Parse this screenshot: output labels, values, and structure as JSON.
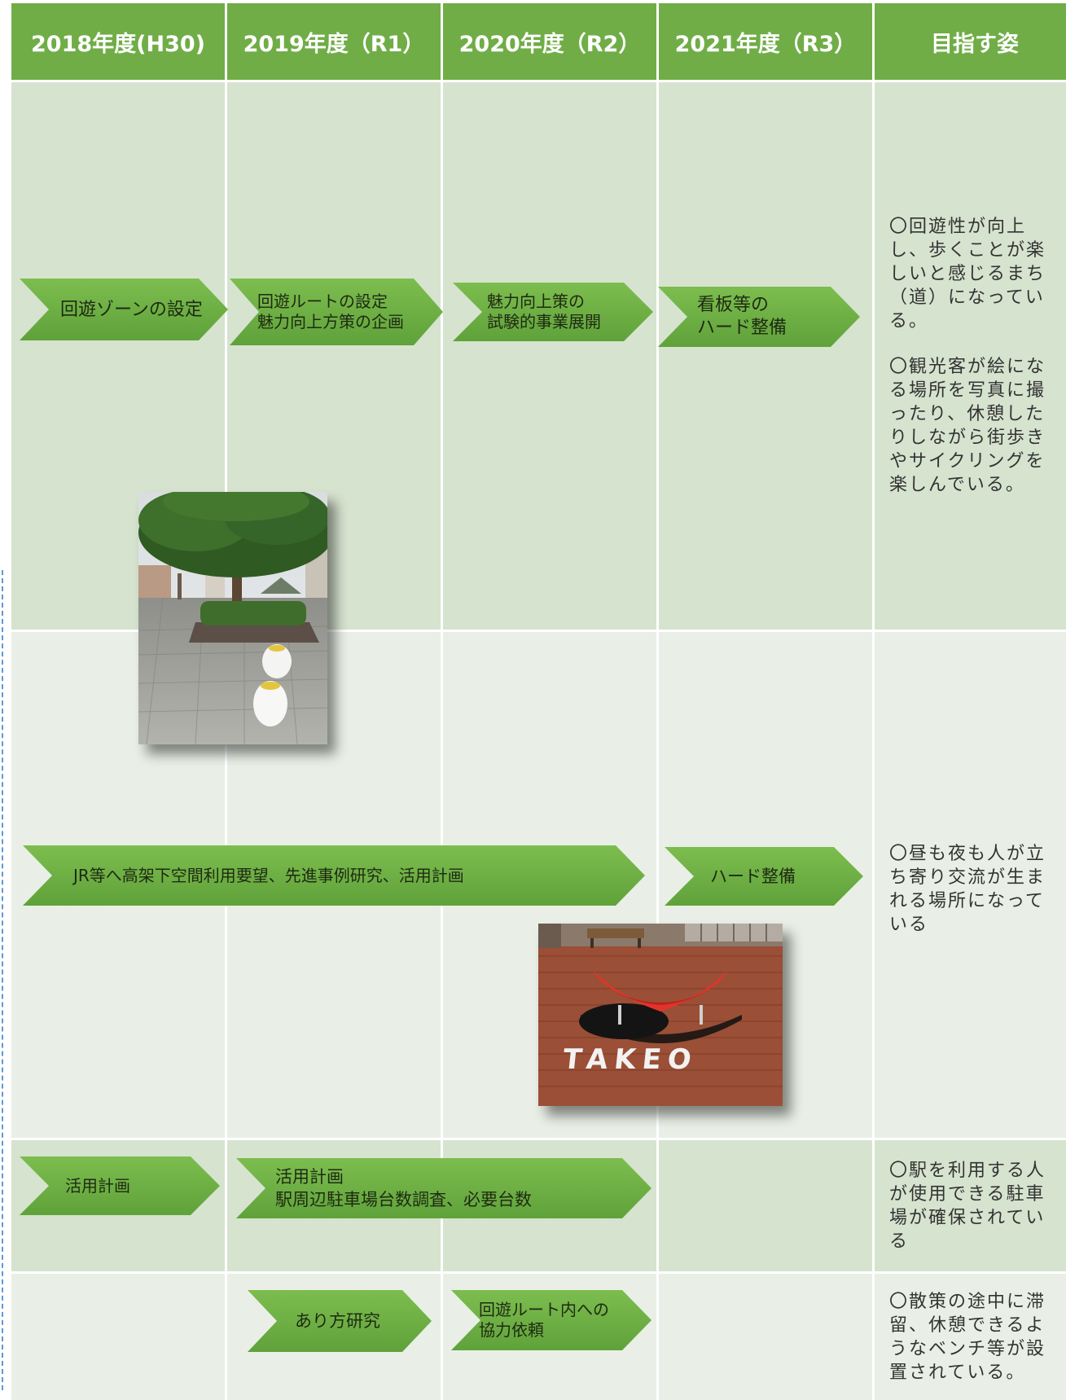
{
  "header": [
    "2018年度(H30)",
    "2019年度（R1）",
    "2020年度（R2）",
    "2021年度（R3）",
    "目指す姿"
  ],
  "rows": [
    {
      "goal": [
        "〇回遊性が向上し、歩くことが楽しいと感じるまち（道）になっている。",
        "〇観光客が絵になる場所を写真に撮ったり、休憩したりしながら街歩きやサイクリングを楽しんでいる。"
      ],
      "chevrons": [
        {
          "lines": [
            "回遊ゾーンの設定"
          ]
        },
        {
          "lines": [
            "回遊ルートの設定",
            "魅力向上方策の企画"
          ]
        },
        {
          "lines": [
            "魅力向上策の",
            "試験的事業展開"
          ]
        },
        {
          "lines": [
            "看板等の",
            "ハード整備"
          ]
        }
      ]
    },
    {
      "goal": [
        "〇昼も夜も人が立ち寄り交流が生まれる場所になっている"
      ],
      "chevrons": [
        {
          "lines": [
            "JR等へ高架下空間利用要望、先進事例研究、活用計画"
          ]
        },
        {
          "lines": [
            "ハード整備"
          ]
        }
      ]
    },
    {
      "goal": [
        "〇駅を利用する人が使用できる駐車場が確保されている"
      ],
      "chevrons": [
        {
          "lines": [
            "活用計画"
          ]
        },
        {
          "lines": [
            "活用計画",
            "駅周辺駐車場台数調査、必要台数"
          ]
        }
      ]
    },
    {
      "goal": [
        "〇散策の途中に滞留、休憩できるようなベンチ等が設置されている。"
      ],
      "chevrons": [
        {
          "lines": [
            "あり方研究"
          ]
        },
        {
          "lines": [
            "回遊ルート内への",
            "協力依頼"
          ]
        }
      ]
    }
  ],
  "photo_sign_text": "TAKEO"
}
